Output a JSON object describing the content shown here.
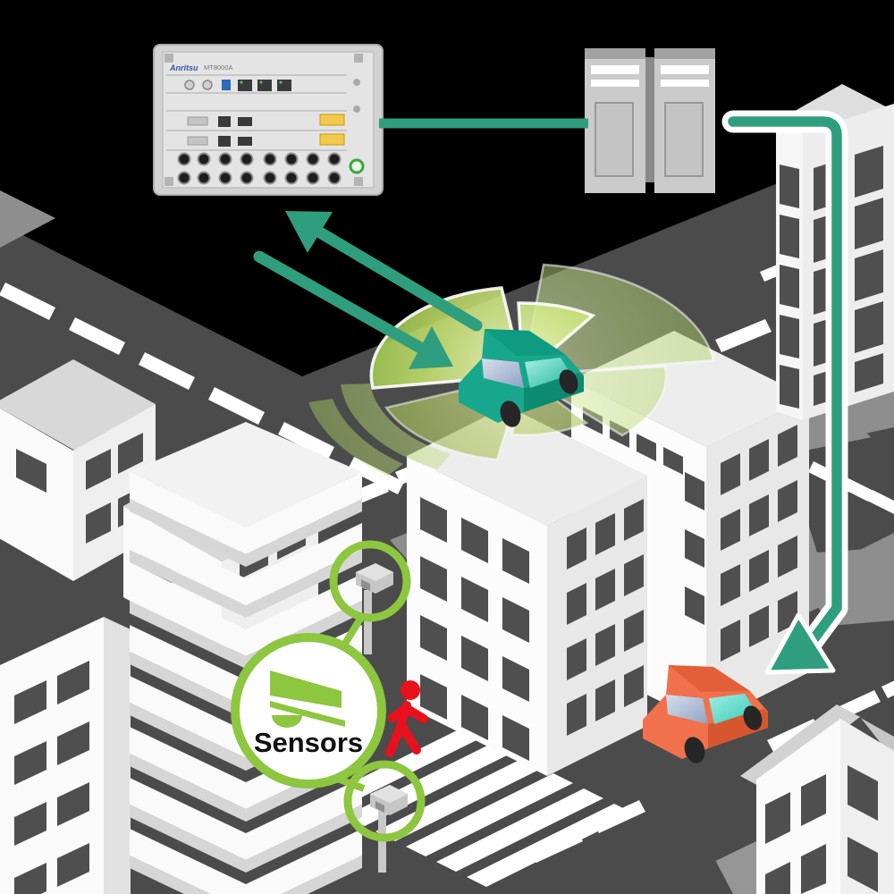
{
  "diagram": {
    "type": "illustration",
    "description": "Connected-car V2X test scenario: base station tester and servers linked to a sensing car and roadside sensors at a city intersection",
    "labels": {
      "sensors": "Sensors"
    },
    "test_station": {
      "brand": "Anritsu",
      "model": "MT8000A"
    },
    "colors": {
      "background": "#000000",
      "road": "#4B4B4B",
      "sidewalk": "#8E8E8E",
      "building_front": "#FAFAFA",
      "building_side": "#EDEDED",
      "window": "#4F4F4F",
      "connector_teal": "#2F9E7E",
      "sensor_green": "#8DC63F",
      "radar_green": "#9ED43F",
      "connected_car": "#17A78C",
      "alert_car": "#F0714B",
      "pedestrian_red": "#E8101C",
      "equipment_gray": "#D2D2D2",
      "server_gray": "#CBCBCB",
      "warning_label_yellow": "#F2C94C",
      "power_button_green": "#3DA63D"
    },
    "elements": [
      "base-station-tester",
      "server-rack-pair",
      "connected-car-with-360-sensing",
      "roadside-sensors",
      "sensors-callout",
      "pedestrian-on-crosswalk",
      "vehicle-receiving-alert",
      "uplink-downlink-arrows",
      "network-to-vehicle-arrow"
    ]
  }
}
